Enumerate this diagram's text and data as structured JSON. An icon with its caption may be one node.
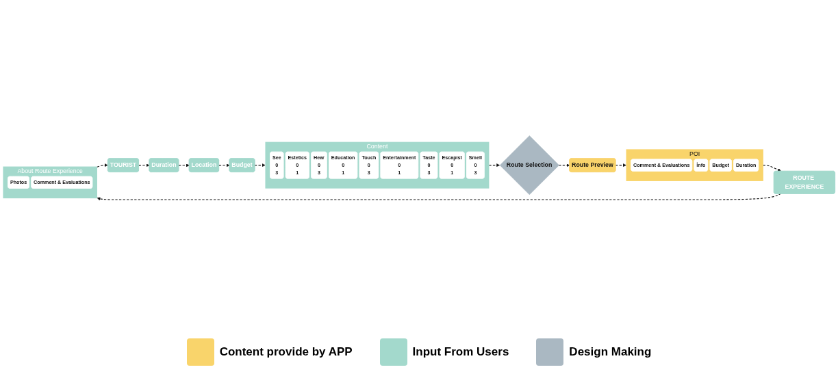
{
  "diagram": {
    "nodes": [
      {
        "text": [
          "TOURIST"
        ]
      },
      {
        "text": [
          "Duration"
        ]
      },
      {
        "text": [
          "Location"
        ]
      },
      {
        "text": [
          "Budget"
        ]
      },
      {
        "text": [
          "Content"
        ]
      },
      {
        "text": [
          "See",
          "0",
          "3"
        ],
        "in": 4
      },
      {
        "text": [
          "Estetics",
          "0",
          "1"
        ],
        "in": 4
      },
      {
        "text": [
          "Hear",
          "0",
          "3"
        ],
        "in": 4
      },
      {
        "text": [
          "Education",
          "0",
          "1"
        ],
        "in": 4
      },
      {
        "text": [
          "Touch",
          "0",
          "3"
        ],
        "in": 4
      },
      {
        "text": [
          "Entertainment",
          "0",
          "1"
        ],
        "in": 4
      },
      {
        "text": [
          "Taste",
          "0",
          "3"
        ],
        "in": 4
      },
      {
        "text": [
          "Escapist",
          "0",
          "1"
        ],
        "in": 4
      },
      {
        "text": [
          "Smell",
          "0",
          "3"
        ],
        "in": 4
      },
      {
        "text": [
          "Route Selection"
        ]
      },
      {
        "text": [
          "Route Preview"
        ]
      },
      {
        "text": [
          "POI"
        ]
      },
      {
        "text": [
          "Comment & Evaluations"
        ],
        "in": 16
      },
      {
        "text": [
          "İnfo"
        ],
        "in": 16
      },
      {
        "text": [
          "Budget"
        ],
        "in": 16
      },
      {
        "text": [
          "Duration"
        ],
        "in": 16
      },
      {
        "text": [
          "ROUTE EXPERIENCE"
        ]
      },
      {
        "text": [
          "About Route Experience"
        ]
      },
      {
        "text": [
          "Photos"
        ],
        "in": 22
      },
      {
        "text": [
          "Comment & Evaluations"
        ],
        "in": 22
      }
    ],
    "edges": [
      {
        "from": 0,
        "to": 1,
        "arrow": "to",
        "style": "dashed"
      },
      {
        "from": 1,
        "to": 2,
        "arrow": "to",
        "style": "dashed"
      },
      {
        "from": 2,
        "to": 3,
        "arrow": "to",
        "style": "dashed"
      },
      {
        "from": 3,
        "to": 4,
        "arrow": "to",
        "style": "dashed"
      },
      {
        "from": 4,
        "to": 14,
        "arrow": "to",
        "style": "dashed"
      },
      {
        "from": 14,
        "to": 15,
        "arrow": "to",
        "style": "dashed"
      },
      {
        "from": 15,
        "to": 16,
        "arrow": "to",
        "style": "dashed"
      },
      {
        "from": 16,
        "to": 21,
        "arrow": "to",
        "style": "dashed"
      },
      {
        "from": 21,
        "to": 22,
        "arrow": "to",
        "style": "dashed"
      },
      {
        "from": 22,
        "to": 0,
        "arrow": "to",
        "style": "dashed"
      }
    ],
    "legend": [
      {
        "text": "Content provide by APP",
        "color": "#f9d46b"
      },
      {
        "text": "Input From Users",
        "color": "#a3d9cc"
      },
      {
        "text": "Design Making",
        "color": "#aab8c2"
      }
    ]
  }
}
